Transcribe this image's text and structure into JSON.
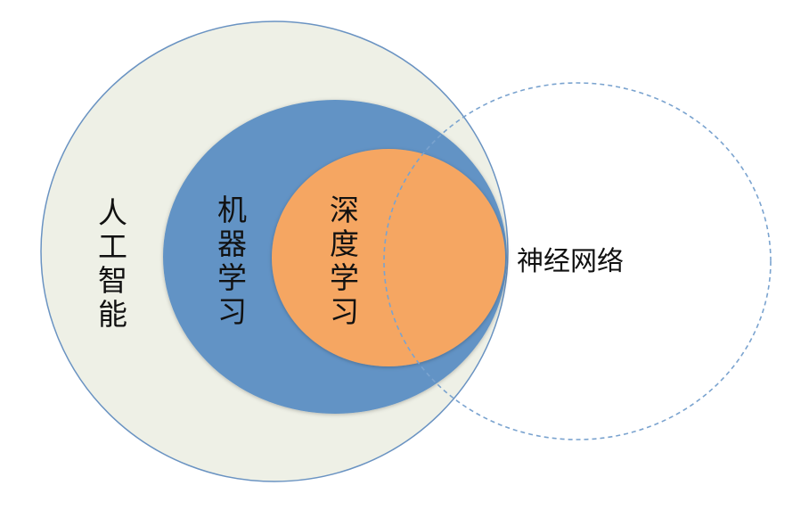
{
  "diagram": {
    "labels": {
      "ai": "人工智能",
      "ml": "机器学习",
      "dl": "深度学习",
      "nn": "神经网络"
    },
    "colors": {
      "ai_fill": "#eef0e6",
      "ai_stroke": "#6a93c2",
      "ml_fill": "#6293c5",
      "dl_fill": "#f5a662",
      "nn_stroke": "#7aa3cf"
    }
  }
}
